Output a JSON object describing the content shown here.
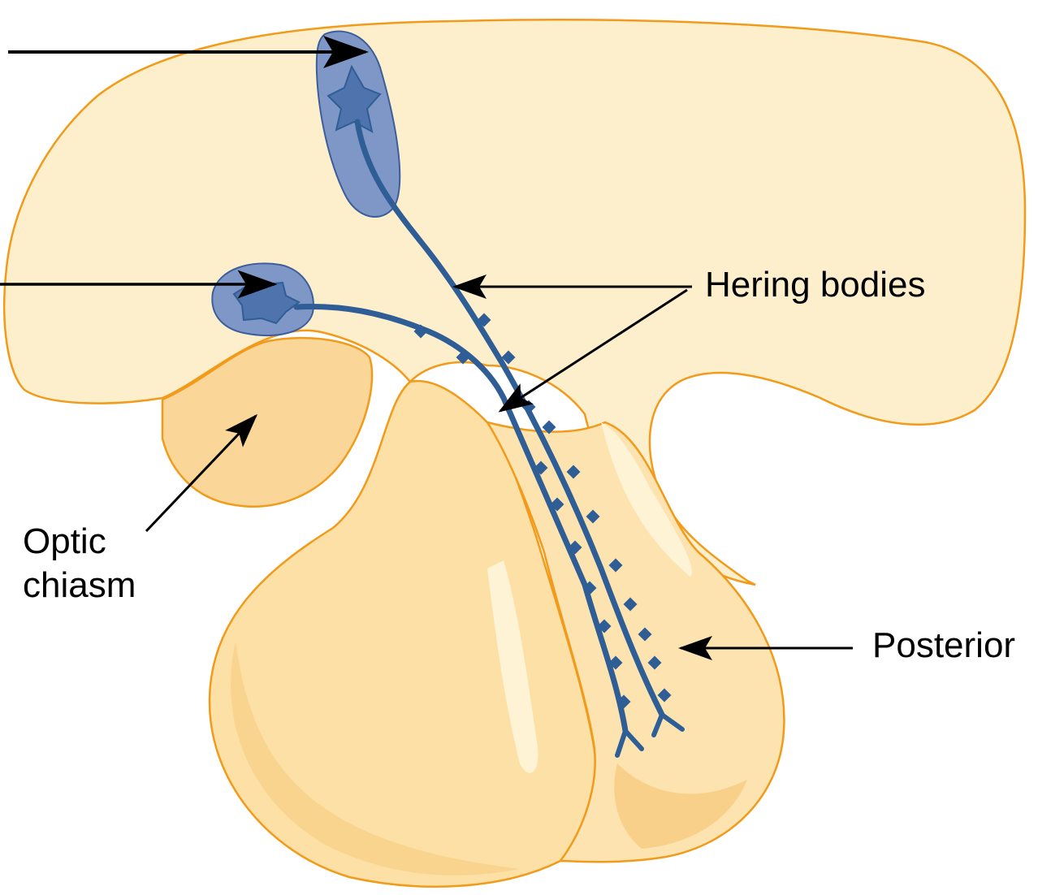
{
  "labels": {
    "hering_bodies": "Hering bodies",
    "optic_chiasm": "Optic\nchiasm",
    "posterior": "Posterior"
  },
  "colors": {
    "hypothalamus": "#FEEFCC",
    "pituitary": "#FCE0A6",
    "chiasm": "#FAD698",
    "outline": "#F29A1A",
    "nucleus_fill": "#7F97C7",
    "nucleus_edge": "#3C5E9C",
    "axon": "#2F5E96",
    "arrow": "#000000"
  }
}
